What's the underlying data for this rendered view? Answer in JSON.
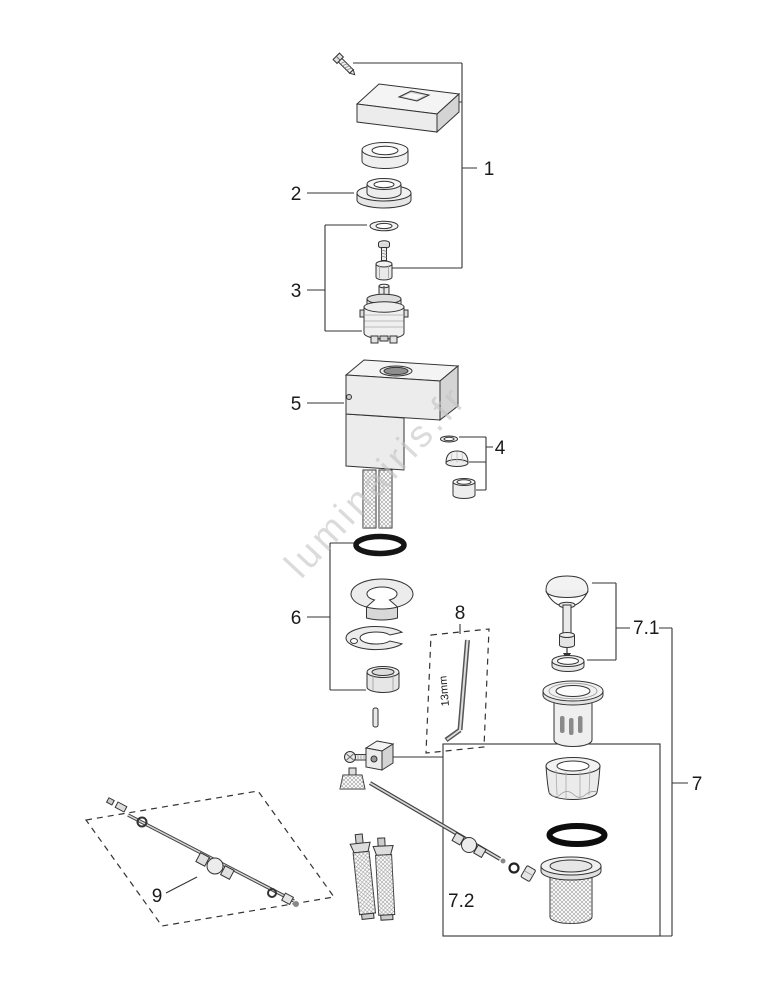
{
  "watermark": "luminairis.fr",
  "labels": {
    "part1": "1",
    "part2": "2",
    "part3": "3",
    "part4": "4",
    "part5": "5",
    "part6": "6",
    "part7": "7",
    "part7_1": "7.1",
    "part7_2": "7.2",
    "part8": "8",
    "part9": "9",
    "tool_size": "13mm"
  },
  "colors": {
    "line": "#2b2b2b",
    "watermark": "#c4c4c4",
    "background": "#ffffff",
    "o_ring": "#0d0d0d"
  }
}
